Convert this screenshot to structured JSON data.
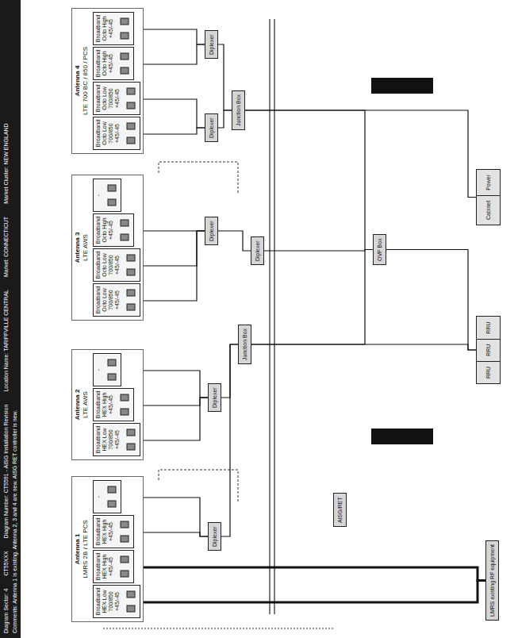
{
  "diagram": {
    "nodes": [
      {
        "text": [
          "Diagram Sector: 4",
          "CT55XXX",
          "Diagram Number: CT5591 - AISG Installation Revision",
          "Location Name: TARIFFVILLE CENTRAL",
          "Market: CONNECTICUT",
          "Market Cluster: NEW ENGLAND",
          "Comments: Antenna 1 is existing. Antenna 2, 3 and 4 are new. AISG RET controller is new."
        ]
      },
      {
        "text": [
          "Antenna 1",
          "LMRS 2B / LTE PCS"
        ]
      },
      {
        "text": [
          "Broadband HEX Low 700/850 +45/-45"
        ],
        "in": 1
      },
      {
        "text": [
          "Broadband HEX High +45/-45"
        ],
        "in": 1
      },
      {
        "text": [
          "Broadband HEX High +45/-45"
        ],
        "in": 1
      },
      {
        "text": [
          "-"
        ],
        "in": 1
      },
      {
        "text": [
          "Antenna 2",
          "LTE AWS"
        ]
      },
      {
        "text": [
          "Broadband HEX Low 700/850 +45/-45"
        ],
        "in": 6
      },
      {
        "text": [
          "Broadband HEX High +45/-45"
        ],
        "in": 6
      },
      {
        "text": [
          "-"
        ],
        "in": 6
      },
      {
        "text": [
          "Antenna 3",
          "LTE AWS"
        ]
      },
      {
        "text": [
          "Broadband Octo Low 700/850 +45/-45"
        ],
        "in": 10
      },
      {
        "text": [
          "Broadband Octo Low 700/850 +45/-45"
        ],
        "in": 10
      },
      {
        "text": [
          "Broadband Octo High +45/-45"
        ],
        "in": 10
      },
      {
        "text": [
          "-"
        ],
        "in": 10
      },
      {
        "text": [
          "Antenna 4",
          "LTE 700 BC / 850 / PCS"
        ]
      },
      {
        "text": [
          "Broadband Octo Low 700/850 +45/-45"
        ],
        "in": 15
      },
      {
        "text": [
          "Broadband Octo Low 700/850 +45/-45"
        ],
        "in": 15
      },
      {
        "text": [
          "Broadband Octo High +45/-45"
        ],
        "in": 15
      },
      {
        "text": [
          "Broadband Octo High +45/-45"
        ],
        "in": 15
      },
      {
        "text": [
          "Diplexer"
        ]
      },
      {
        "text": [
          "Diplexer"
        ]
      },
      {
        "text": [
          "Diplexer"
        ]
      },
      {
        "text": [
          "Diplexer"
        ]
      },
      {
        "text": [
          "Diplexer"
        ]
      },
      {
        "text": [
          "Diplexer"
        ]
      },
      {
        "text": [
          "Junction Box"
        ]
      },
      {
        "text": [
          "Junction Box"
        ]
      },
      {
        "text": [
          "OVP Box"
        ]
      },
      {
        "text": [
          "RRU",
          "RRU",
          "RRU"
        ]
      },
      {
        "text": [
          "Cabinet",
          "Power"
        ]
      },
      {
        "text": [
          "AISG/RET"
        ]
      },
      {
        "text": [
          "LMRS existing RF equipment"
        ]
      }
    ],
    "edges": [
      {
        "from": 2,
        "to": 32,
        "arrow": "none"
      },
      {
        "from": 3,
        "to": 32,
        "arrow": "none"
      },
      {
        "from": 4,
        "to": 20,
        "arrow": "none"
      },
      {
        "from": 5,
        "to": 20,
        "arrow": "none"
      },
      {
        "from": 7,
        "to": 21,
        "arrow": "none"
      },
      {
        "from": 8,
        "to": 21,
        "arrow": "none"
      },
      {
        "from": 9,
        "to": 21,
        "arrow": "none"
      },
      {
        "from": 11,
        "to": 22,
        "arrow": "none"
      },
      {
        "from": 12,
        "to": 22,
        "arrow": "none"
      },
      {
        "from": 13,
        "to": 22,
        "arrow": "none"
      },
      {
        "from": 16,
        "to": 23,
        "arrow": "none"
      },
      {
        "from": 17,
        "to": 23,
        "arrow": "none"
      },
      {
        "from": 18,
        "to": 24,
        "arrow": "none"
      },
      {
        "from": 19,
        "to": 24,
        "arrow": "none"
      },
      {
        "from": 20,
        "to": 26,
        "arrow": "none"
      },
      {
        "from": 21,
        "to": 26,
        "arrow": "none"
      },
      {
        "from": 22,
        "to": 25,
        "arrow": "none"
      },
      {
        "from": 25,
        "to": 28,
        "arrow": "none"
      },
      {
        "from": 23,
        "to": 27,
        "arrow": "none"
      },
      {
        "from": 24,
        "to": 27,
        "arrow": "none"
      },
      {
        "from": 26,
        "to": 28,
        "arrow": "none"
      },
      {
        "from": 27,
        "to": 28,
        "arrow": "none"
      },
      {
        "from": 28,
        "to": 29,
        "arrow": "none"
      },
      {
        "from": 26,
        "to": 29,
        "arrow": "none"
      },
      {
        "from": 27,
        "to": 30,
        "arrow": "none"
      }
    ]
  }
}
